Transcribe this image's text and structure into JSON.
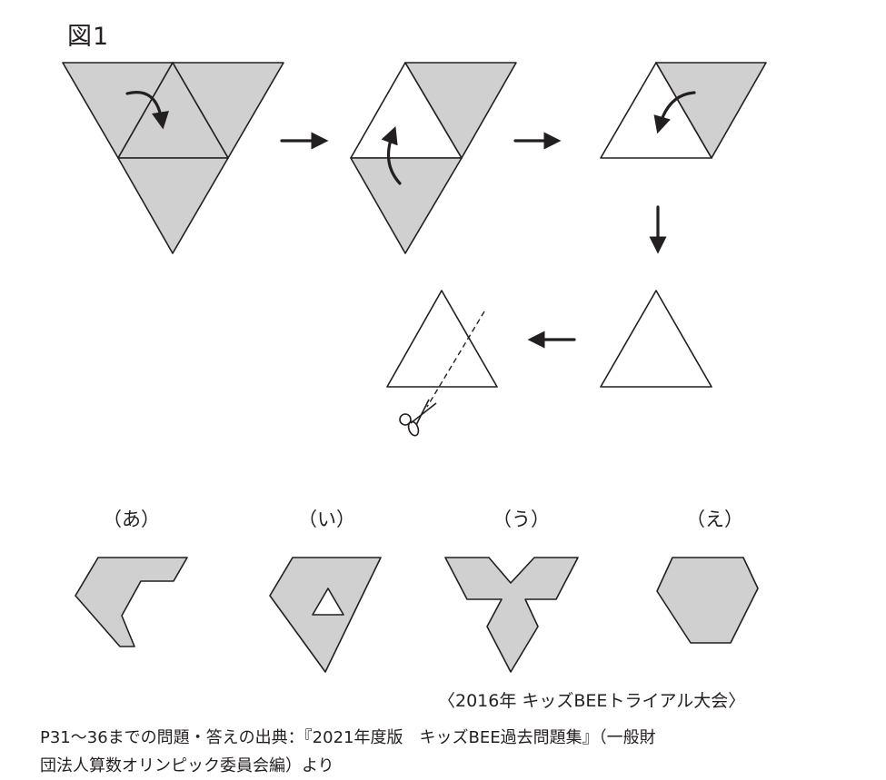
{
  "figure_title": "図1",
  "options": [
    {
      "label": "（あ）"
    },
    {
      "label": "（い）"
    },
    {
      "label": "（う）"
    },
    {
      "label": "（え）"
    }
  ],
  "contest_note": "〈2016年 キッズBEEトライアル大会〉",
  "source_line1": "P31～36までの問題・答えの出典：『2021年度版　キッズBEE過去問題集』（一般財",
  "source_line2": "団法人算数オリンピック委員会編）より",
  "colors": {
    "fill": "#d0d0d0",
    "stroke": "#231f20",
    "background": "#ffffff"
  },
  "icons": [
    "scissors-icon",
    "fold-arrow-icon",
    "step-arrow-icon"
  ]
}
